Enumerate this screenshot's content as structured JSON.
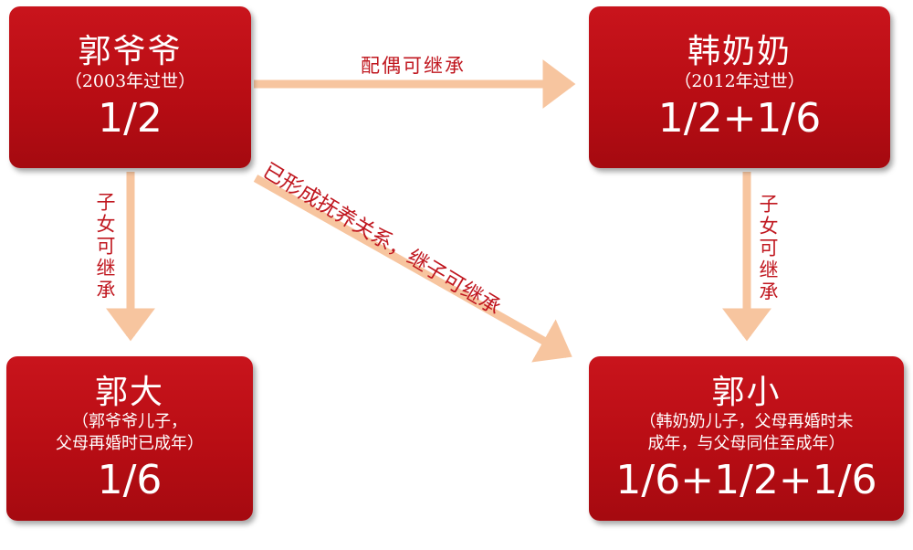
{
  "nodes": {
    "guo_yeye": {
      "name": "郭爷爷",
      "note": "（2003年过世）",
      "share": "1/2"
    },
    "han_nainai": {
      "name": "韩奶奶",
      "note": "（2012年过世）",
      "share": "1/2+1/6"
    },
    "guo_da": {
      "name": "郭大",
      "note_line1": "（郭爷爷儿子，",
      "note_line2": "父母再婚时已成年）",
      "share": "1/6"
    },
    "guo_xiao": {
      "name": "郭小",
      "note_line1": "（韩奶奶儿子，父母再婚时未",
      "note_line2": "成年，与父母同住至成年）",
      "share": "1/6+1/2+1/6"
    }
  },
  "edges": {
    "spouse": "配偶可继承",
    "child_left": "子女可继承",
    "child_right": "子女可继承",
    "step_child": "已形成抚养关系，继子可继承"
  },
  "colors": {
    "box": "#b80d14",
    "arrow": "#f7c59f",
    "label": "#c0171f"
  }
}
